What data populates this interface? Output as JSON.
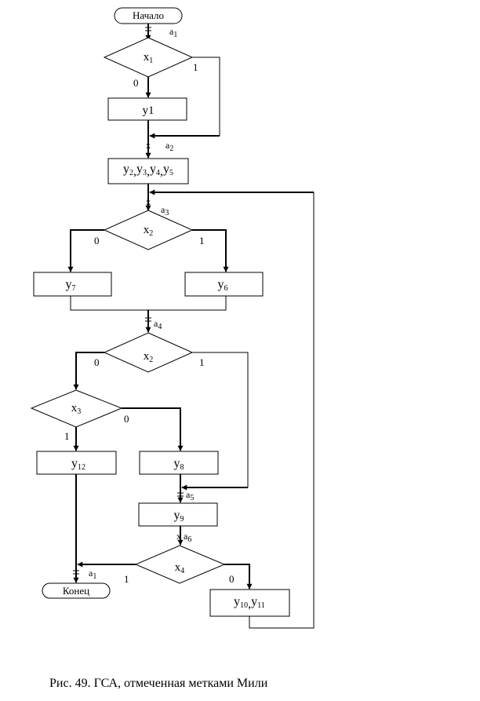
{
  "nodes": {
    "start": "Начало",
    "end": "Конец",
    "y1": "y1",
    "y2345": {
      "base": "y",
      "parts": [
        [
          "2",
          ","
        ],
        [
          "3",
          ","
        ],
        [
          "4",
          ","
        ],
        [
          "5",
          ""
        ]
      ]
    },
    "y7": {
      "base": "y",
      "sub": "7"
    },
    "y6": {
      "base": "y",
      "sub": "6"
    },
    "y12": {
      "base": "y",
      "sub": "12"
    },
    "y8": {
      "base": "y",
      "sub": "8"
    },
    "y9": {
      "base": "y",
      "sub": "9"
    },
    "y1011": {
      "base": "y",
      "parts": [
        [
          "10",
          ","
        ],
        [
          "11",
          ""
        ]
      ]
    }
  },
  "conditions": {
    "c1": {
      "base": "x",
      "sub": "1"
    },
    "c2": {
      "base": "x",
      "sub": "2"
    },
    "c3": {
      "base": "x",
      "sub": "2"
    },
    "c4": {
      "base": "x",
      "sub": "3"
    },
    "c5": {
      "base": "x",
      "sub": "4"
    }
  },
  "branches": {
    "c1_zero": "0",
    "c1_one": "1",
    "c2_zero": "0",
    "c2_one": "1",
    "c3_zero": "0",
    "c3_one": "1",
    "c4_zero": "0",
    "c4_one": "1",
    "c5_zero": "0",
    "c5_one": "1"
  },
  "marks": {
    "a1_top": {
      "base": "a",
      "sub": "1"
    },
    "a2": {
      "base": "a",
      "sub": "2"
    },
    "a3": {
      "base": "a",
      "sub": "3"
    },
    "a4": {
      "base": "a",
      "sub": "4"
    },
    "a5": {
      "base": "a",
      "sub": "5"
    },
    "a6": {
      "base": "a",
      "sub": "6"
    },
    "a1_end": {
      "base": "a",
      "sub": "1"
    },
    "cross": "x"
  },
  "caption": "Рис. 49. ГСА, отмеченная метками Мили"
}
